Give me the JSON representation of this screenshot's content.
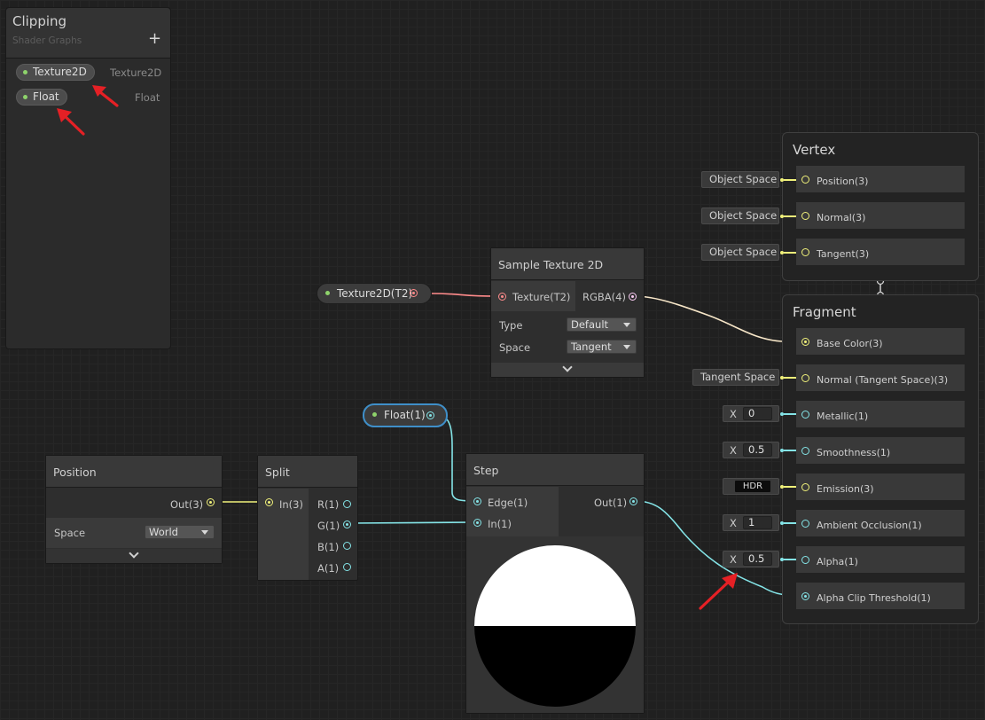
{
  "blackboard": {
    "title": "Clipping",
    "subtitle": "Shader Graphs",
    "add_label": "+",
    "properties": [
      {
        "name": "Texture2D",
        "type": "Texture2D"
      },
      {
        "name": "Float",
        "type": "Float"
      }
    ]
  },
  "property_nodes": {
    "texture": "Texture2D(T2)",
    "float": "Float(1)"
  },
  "sample_texture": {
    "title": "Sample Texture 2D",
    "input": "Texture(T2)",
    "output": "RGBA(4)",
    "type_label": "Type",
    "type_value": "Default",
    "space_label": "Space",
    "space_value": "Tangent"
  },
  "position_node": {
    "title": "Position",
    "output": "Out(3)",
    "space_label": "Space",
    "space_value": "World"
  },
  "split_node": {
    "title": "Split",
    "input": "In(3)",
    "outputs": [
      "R(1)",
      "G(1)",
      "B(1)",
      "A(1)"
    ]
  },
  "step_node": {
    "title": "Step",
    "inputs": [
      "Edge(1)",
      "In(1)"
    ],
    "output": "Out(1)"
  },
  "vertex": {
    "title": "Vertex",
    "blocks": [
      {
        "label": "Position(3)",
        "inline": "Object Space"
      },
      {
        "label": "Normal(3)",
        "inline": "Object Space"
      },
      {
        "label": "Tangent(3)",
        "inline": "Object Space"
      }
    ]
  },
  "fragment": {
    "title": "Fragment",
    "blocks": [
      {
        "label": "Base Color(3)"
      },
      {
        "label": "Normal (Tangent Space)(3)",
        "inline": "Tangent Space"
      },
      {
        "label": "Metallic(1)",
        "x_label": "X",
        "value": "0"
      },
      {
        "label": "Smoothness(1)",
        "x_label": "X",
        "value": "0.5"
      },
      {
        "label": "Emission(3)",
        "hdr": "HDR"
      },
      {
        "label": "Ambient Occlusion(1)",
        "x_label": "X",
        "value": "1"
      },
      {
        "label": "Alpha(1)",
        "x_label": "X",
        "value": "0.5"
      },
      {
        "label": "Alpha Clip Threshold(1)"
      }
    ]
  },
  "colors": {
    "vector3": "#f0f17a",
    "vector1": "#84e4e7",
    "texture": "#ff8b8b",
    "vector4": "#fbcbf4",
    "annotation_arrow": "#e52025"
  }
}
